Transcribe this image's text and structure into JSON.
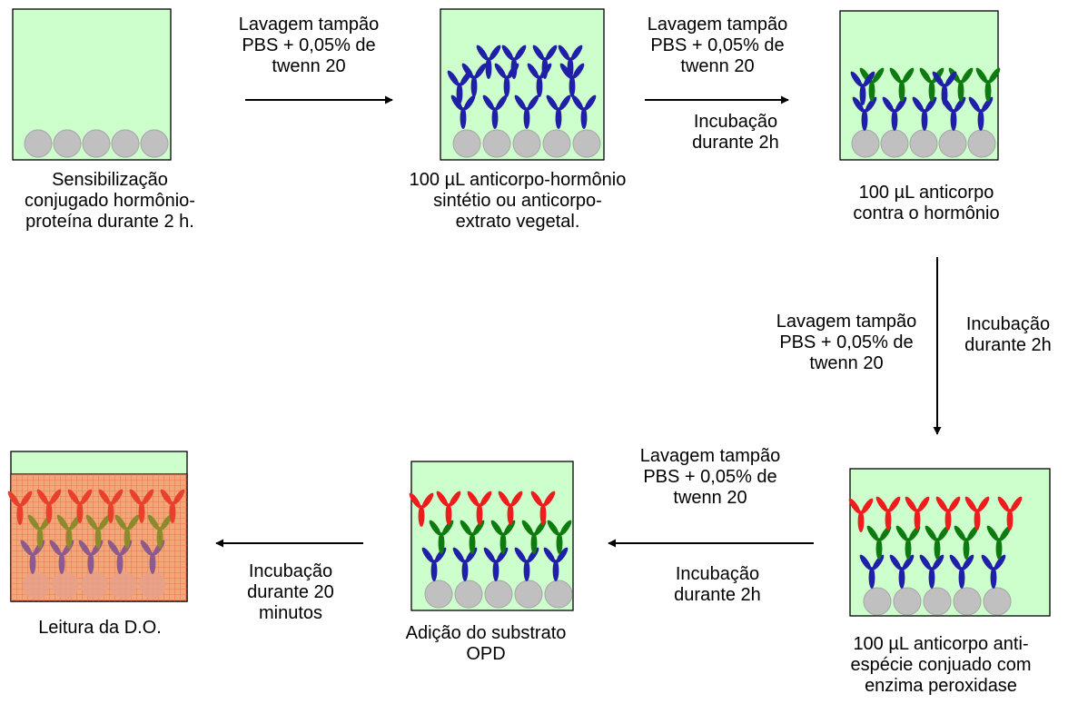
{
  "colors": {
    "well_fill": "#ccffcc",
    "well_stroke": "#000000",
    "bead_fill": "#c0c0c0",
    "bead_stroke": "#a6a6a6",
    "antibody_hormone": "#1f1fa8",
    "antibody_anti_hormone": "#0f7a0f",
    "antibody_enzyme": "#ee1c1c",
    "final_overlay": "#f0a878",
    "final_grid": "#e8684a",
    "final_red": "#e8402a",
    "final_olive": "#8c8a2a",
    "final_purple": "#8c5a8c",
    "arrow": "#000000"
  },
  "steps": [
    {
      "icon": "empty-well-icon",
      "caption": [
        "Sensibilização",
        "conjugado hormônio-",
        "proteína durante 2 h."
      ]
    },
    {
      "icon": "hormone-antibody-well-icon",
      "caption": [
        "100 µL anticorpo-hormônio",
        "sintétio ou anticorpo-",
        "extrato vegetal."
      ]
    },
    {
      "icon": "anti-hormone-antibody-well-icon",
      "caption": [
        "100 µL anticorpo",
        "contra o hormônio"
      ]
    },
    {
      "icon": "enzyme-antibody-well-icon",
      "caption": [
        "100 µL anticorpo anti-",
        "espécie conjuado com",
        "enzima peroxidase"
      ]
    },
    {
      "icon": "substrate-well-icon",
      "caption": [
        "Adição do substrato",
        "OPD"
      ]
    },
    {
      "icon": "colored-well-icon",
      "caption": [
        "Leitura da D.O."
      ]
    }
  ],
  "transitions": [
    {
      "wash": [
        "Lavagem tampão",
        "PBS + 0,05% de",
        "twenn 20"
      ],
      "incubation": []
    },
    {
      "wash": [
        "Lavagem tampão",
        "PBS + 0,05% de",
        "twenn 20"
      ],
      "incubation": [
        "Incubação",
        "durante 2h"
      ]
    },
    {
      "wash": [
        "Lavagem tampão",
        "PBS + 0,05% de",
        "twenn 20"
      ],
      "incubation": [
        "Incubação",
        "durante 2h"
      ]
    },
    {
      "wash": [
        "Lavagem tampão",
        "PBS + 0,05% de",
        "twenn 20"
      ],
      "incubation": [
        "Incubação",
        "durante 2h"
      ]
    },
    {
      "wash": [],
      "incubation": [
        "Incubação",
        "durante 20",
        "minutos"
      ]
    }
  ]
}
